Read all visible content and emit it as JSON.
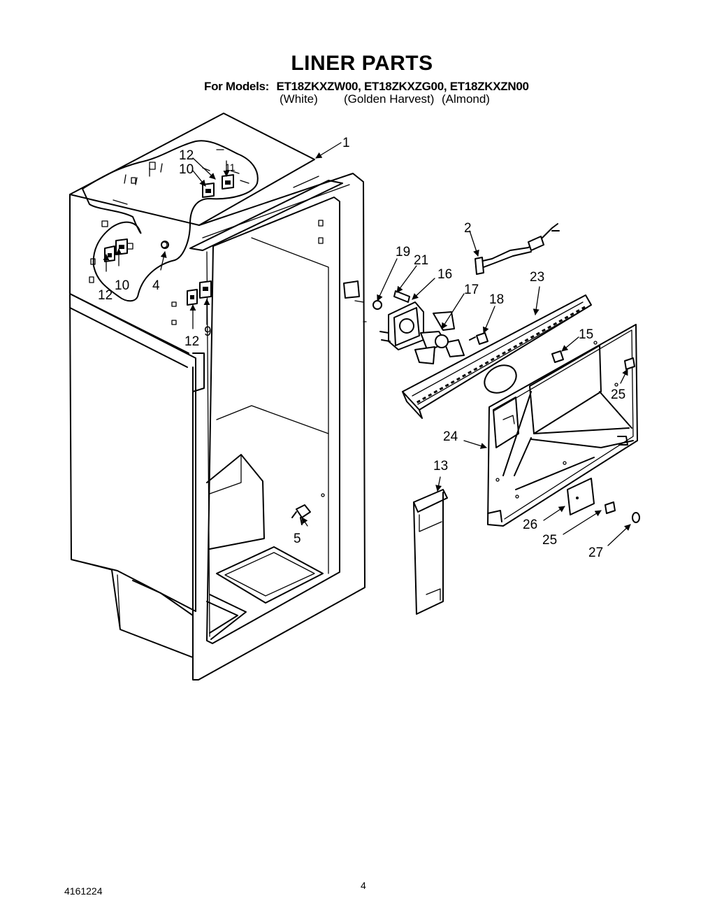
{
  "title": "LINER PARTS",
  "models": {
    "label": "For Models:",
    "list": [
      "ET18ZKXZW00,",
      "ET18ZKXZG00,",
      "ET18ZKXZN00"
    ],
    "colors": [
      "(White)",
      "(Golden Harvest)",
      "(Almond)"
    ]
  },
  "callouts": {
    "c1": "1",
    "c2": "2",
    "c4": "4",
    "c5": "5",
    "c9": "9",
    "c10a": "10",
    "c10b": "10",
    "c11": "11",
    "c12a": "12",
    "c12b": "12",
    "c12c": "12",
    "c13": "13",
    "c15": "15",
    "c16": "16",
    "c17": "17",
    "c18": "18",
    "c19": "19",
    "c21": "21",
    "c23": "23",
    "c24": "24",
    "c25a": "25",
    "c25b": "25",
    "c26": "26",
    "c27": "27"
  },
  "footer": {
    "code": "4161224",
    "page": "4"
  }
}
